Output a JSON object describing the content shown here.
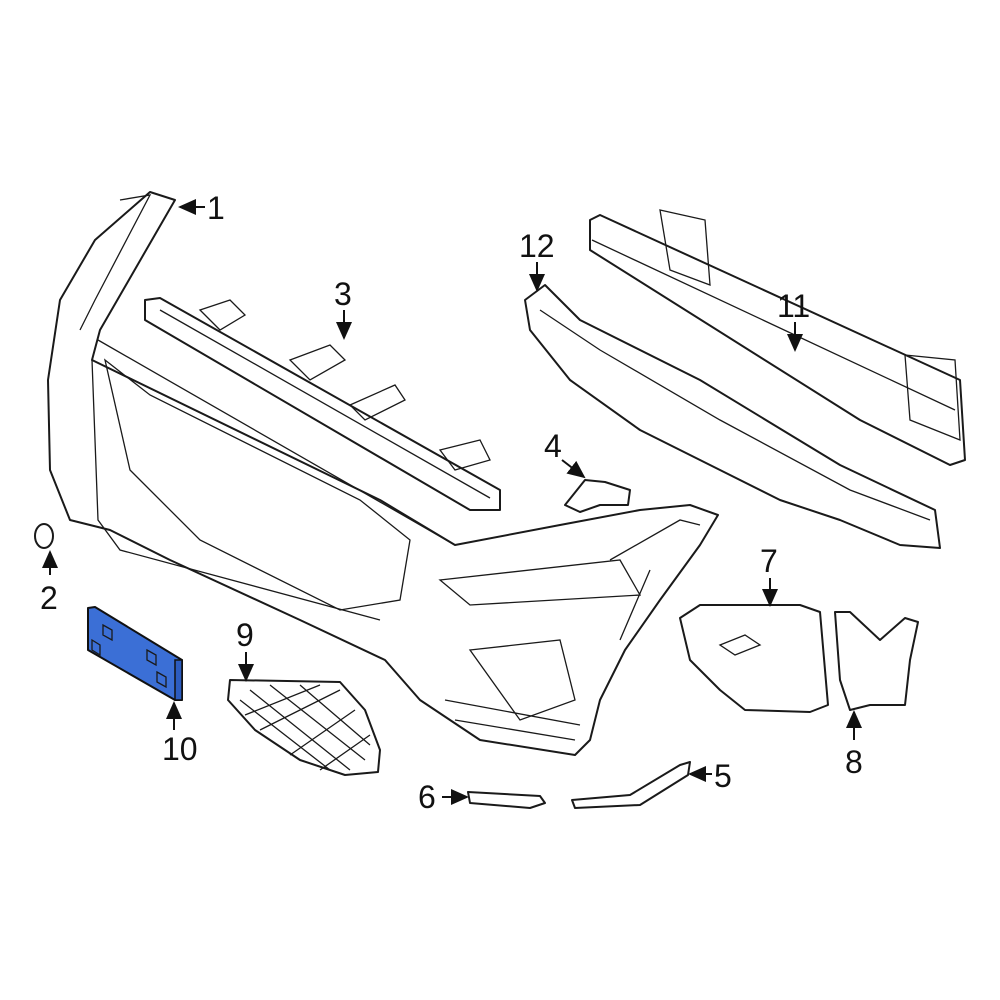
{
  "callouts": [
    {
      "number": "1"
    },
    {
      "number": "2"
    },
    {
      "number": "3"
    },
    {
      "number": "4"
    },
    {
      "number": "5"
    },
    {
      "number": "6"
    },
    {
      "number": "7"
    },
    {
      "number": "8"
    },
    {
      "number": "9"
    },
    {
      "number": "10"
    },
    {
      "number": "11"
    },
    {
      "number": "12"
    }
  ],
  "highlight": {
    "part_number": "10",
    "color": "#3b6fd6"
  }
}
